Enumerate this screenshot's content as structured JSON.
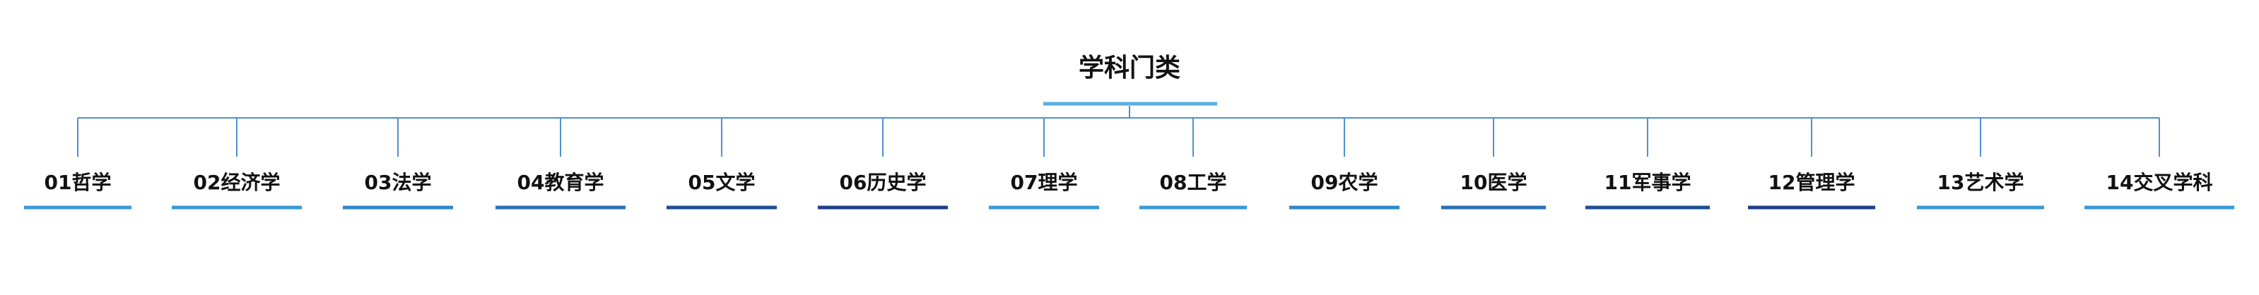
{
  "root": {
    "label": "学科门类",
    "underline_color": "#5aaee0"
  },
  "colors": {
    "connector": "#4f8fd6",
    "text": "#111111"
  },
  "categories": [
    {
      "label": "01哲学",
      "color": "#3a9ad9"
    },
    {
      "label": "02经济学",
      "color": "#3a9ad9"
    },
    {
      "label": "03法学",
      "color": "#2f86cc"
    },
    {
      "label": "04教育学",
      "color": "#2a6fb8"
    },
    {
      "label": "05文学",
      "color": "#1f4e95"
    },
    {
      "label": "06历史学",
      "color": "#1f3f8a"
    },
    {
      "label": "07理学",
      "color": "#3a9ad9"
    },
    {
      "label": "08工学",
      "color": "#3a9ad9"
    },
    {
      "label": "09农学",
      "color": "#2f86cc"
    },
    {
      "label": "10医学",
      "color": "#2a6fb8"
    },
    {
      "label": "11军事学",
      "color": "#1f4e95"
    },
    {
      "label": "12管理学",
      "color": "#1f3f8a"
    },
    {
      "label": "13艺术学",
      "color": "#3a9ad9"
    },
    {
      "label": "14交叉学科",
      "color": "#3a9ad9"
    }
  ]
}
